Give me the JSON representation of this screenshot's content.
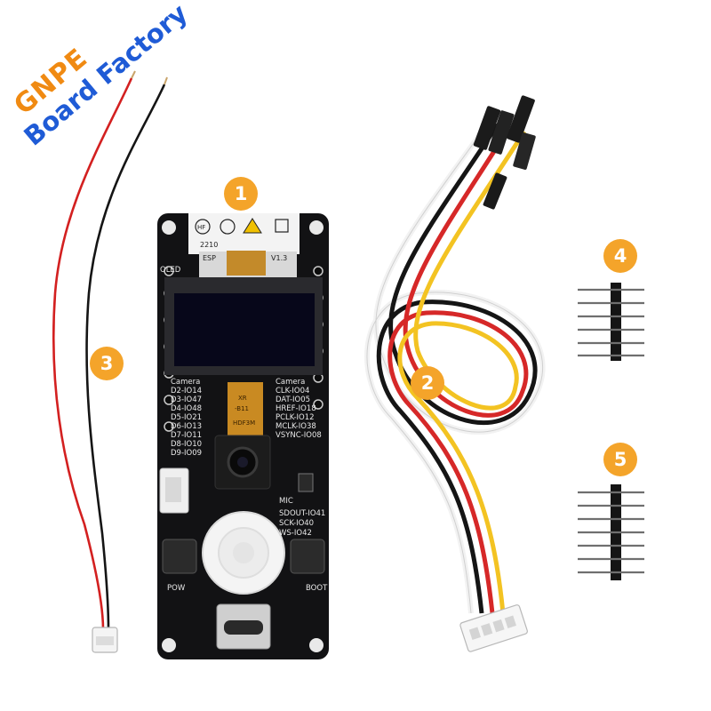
{
  "watermark": {
    "line1": "GNPE",
    "line2": "Board Factory",
    "brand_orange": "#f08a12",
    "brand_blue": "#1f5bd6"
  },
  "badges": [
    {
      "number": "1",
      "part": "development-board"
    },
    {
      "number": "2",
      "part": "grove-cable"
    },
    {
      "number": "3",
      "part": "battery-lead"
    },
    {
      "number": "4",
      "part": "pin-header"
    },
    {
      "number": "5",
      "part": "pin-header"
    }
  ],
  "badge_color": "#f4a42a",
  "board": {
    "top_marks": [
      "HF",
      "2210",
      "ESP",
      "V1.3"
    ],
    "left_labels": [
      "OLED",
      "Camera",
      "D2-IO14",
      "D3-IO47",
      "D4-IO48",
      "D5-IO21",
      "D6-IO13",
      "D7-IO11",
      "D8-IO10",
      "D9-IO09"
    ],
    "right_labels": [
      "Camera",
      "CLK-IO04",
      "DAT-IO05",
      "HREF-IO18",
      "PCLK-IO12",
      "MCLK-IO38",
      "VSYNC-IO08"
    ],
    "camera_flex_text": [
      "XR",
      "-B11",
      "HDF3M"
    ],
    "mic_labels": [
      "MIC",
      "SDOUT-IO41",
      "SCK-IO40",
      "WS-IO42"
    ],
    "button_labels": [
      "POW",
      "BOOT"
    ]
  }
}
